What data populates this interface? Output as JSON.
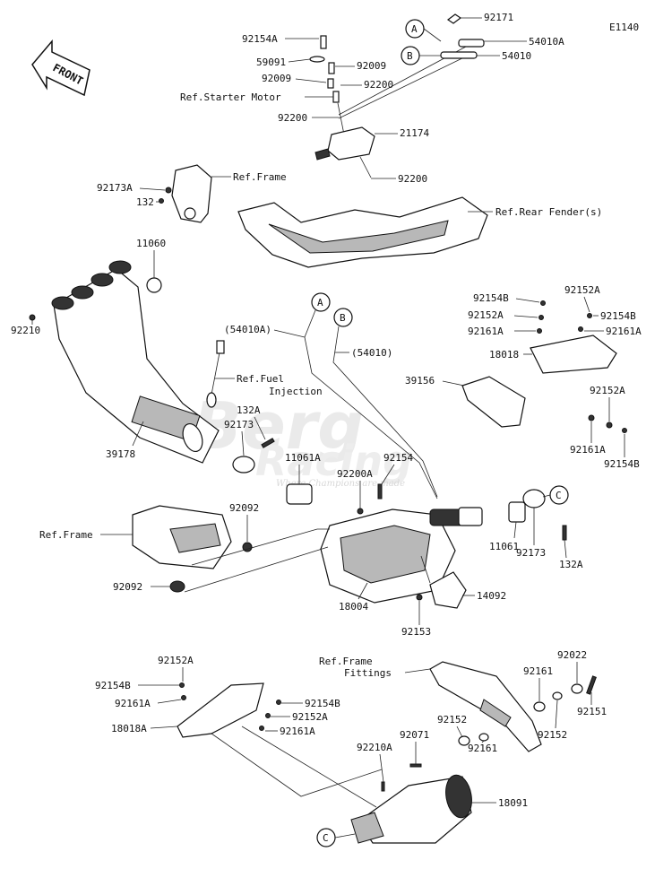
{
  "diagram_code": "E1140",
  "front_label": "FRONT",
  "watermark": {
    "line1": "Berg",
    "line2": "Racing",
    "tagline": "Where Champions are made"
  },
  "callout_letters": {
    "a": "A",
    "b": "B",
    "c": "C"
  },
  "parts": {
    "p92171": "92171",
    "p54010A": "54010A",
    "p54010": "54010",
    "p92154A": "92154A",
    "p59091": "59091",
    "p92009_r": "92009",
    "p92009_l": "92009",
    "p92200_r": "92200",
    "p92200_l": "92200",
    "p21174": "21174",
    "p92200_mid": "92200",
    "p92173A": "92173A",
    "p132": "132",
    "p11060": "11060",
    "p92210": "92210",
    "p54010A_paren": "(54010A)",
    "p54010_paren": "(54010)",
    "p92154B_top": "92154B",
    "p92152A_top": "92152A",
    "p92152A_t2": "92152A",
    "p92154B_r": "92154B",
    "p92161A_tl": "92161A",
    "p92161A_tr": "92161A",
    "p18018": "18018",
    "p39156": "39156",
    "p92152A_r": "92152A",
    "p92161A_r": "92161A",
    "p92154B_r2": "92154B",
    "p132A_a": "132A",
    "p92173_a": "92173",
    "p39178": "39178",
    "p11061A": "11061A",
    "p92200A": "92200A",
    "p92154": "92154",
    "p92092_a": "92092",
    "p92092_b": "92092",
    "p11061": "11061",
    "p92173_b": "92173",
    "p132A_b": "132A",
    "p18004": "18004",
    "p14092": "14092",
    "p92153": "92153",
    "p92152A_bl": "92152A",
    "p92154B_bl": "92154B",
    "p92161A_bl": "92161A",
    "p18018A": "18018A",
    "p92154B_bm": "92154B",
    "p92152A_bm": "92152A",
    "p92161A_bm": "92161A",
    "p92022": "92022",
    "p92161_a": "92161",
    "p92151": "92151",
    "p92152_a": "92152",
    "p92152_b": "92152",
    "p92161_b": "92161",
    "p92071": "92071",
    "p92210A": "92210A",
    "p18091": "18091"
  },
  "refs": {
    "starter_motor": "Ref.Starter Motor",
    "frame_top": "Ref.Frame",
    "rear_fender": "Ref.Rear Fender(s)",
    "fuel_injection_1": "Ref.Fuel",
    "fuel_injection_2": "Injection",
    "frame_mid": "Ref.Frame",
    "frame_fittings_1": "Ref.Frame",
    "frame_fittings_2": "Fittings"
  }
}
